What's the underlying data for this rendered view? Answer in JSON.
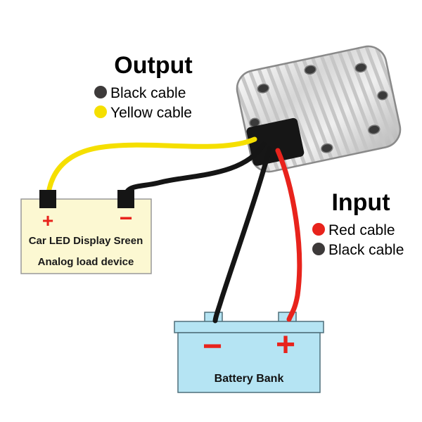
{
  "colors": {
    "yellow_wire": "#f5df00",
    "black_wire": "#151515",
    "red_wire": "#e8231c",
    "dark_dot": "#3d3a3a",
    "load_box_fill": "#fcf8d2",
    "battery_fill": "#b5e4f3",
    "symbol_red": "#e8231c"
  },
  "output_legend": {
    "title": "Output",
    "items": [
      {
        "label": "Black cable",
        "color": "#3d3a3a"
      },
      {
        "label": "Yellow cable",
        "color": "#f5df00"
      }
    ]
  },
  "input_legend": {
    "title": "Input",
    "items": [
      {
        "label": "Red cable",
        "color": "#e8231c"
      },
      {
        "label": "Black cable",
        "color": "#3d3a3a"
      }
    ]
  },
  "load_device": {
    "title": "Car LED Display Sreen",
    "subtitle": "Analog load device",
    "plus_symbol": "+",
    "minus_symbol": "−"
  },
  "battery": {
    "label": "Battery Bank",
    "minus_symbol": "−",
    "plus_symbol": "+"
  }
}
